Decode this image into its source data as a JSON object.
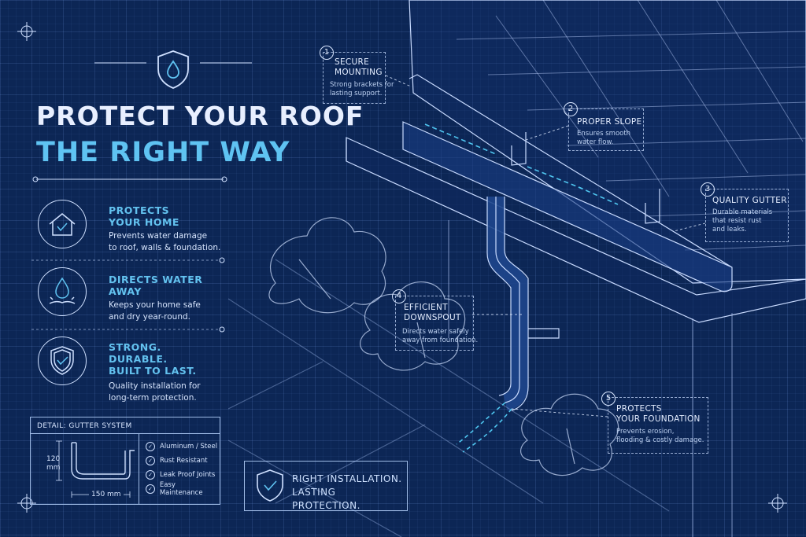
{
  "headline": {
    "line1": "PROTECT YOUR ROOF",
    "line2": "THE RIGHT WAY"
  },
  "features": [
    {
      "title_l1": "PROTECTS",
      "title_l2": "YOUR HOME",
      "title_l3": "",
      "desc_l1": "Prevents water damage",
      "desc_l2": "to roof, walls & foundation.",
      "icon": "house-check-icon"
    },
    {
      "title_l1": "DIRECTS WATER",
      "title_l2": "AWAY",
      "title_l3": "",
      "desc_l1": "Keeps your home safe",
      "desc_l2": "and dry year-round.",
      "icon": "water-drop-icon"
    },
    {
      "title_l1": "STRONG.",
      "title_l2": "DURABLE.",
      "title_l3": "BUILT TO LAST.",
      "desc_l1": "Quality installation for",
      "desc_l2": "long-term protection.",
      "icon": "shield-check-icon"
    }
  ],
  "detail": {
    "title": "DETAIL: GUTTER SYSTEM",
    "height_value": "120",
    "height_unit": "mm",
    "width_label": "150 mm",
    "checks": [
      "Aluminum / Steel",
      "Rust Resistant",
      "Leak Proof Joints",
      "Easy Maintenance"
    ]
  },
  "banner": {
    "line1": "RIGHT INSTALLATION.",
    "line2": "LASTING PROTECTION."
  },
  "callouts": [
    {
      "num": "1",
      "title_l1": "SECURE",
      "title_l2": "MOUNTING",
      "desc_l1": "Strong brackets for",
      "desc_l2": "lasting support."
    },
    {
      "num": "2",
      "title_l1": "PROPER SLOPE",
      "title_l2": "",
      "desc_l1": "Ensures smooth",
      "desc_l2": "water flow."
    },
    {
      "num": "3",
      "title_l1": "QUALITY GUTTER",
      "title_l2": "",
      "desc_l1": "Durable materials",
      "desc_l2": "that resist rust",
      "desc_l3": "and leaks."
    },
    {
      "num": "4",
      "title_l1": "EFFICIENT",
      "title_l2": "DOWNSPOUT",
      "desc_l1": "Directs water safely",
      "desc_l2": "away from foundation."
    },
    {
      "num": "5",
      "title_l1": "PROTECTS",
      "title_l2": "YOUR FOUNDATION",
      "desc_l1": "Prevents erosion,",
      "desc_l2": "flooding & costly damage."
    }
  ],
  "colors": {
    "background": "#0c2655",
    "line": "#cfe0ff",
    "accent": "#5fc3f2",
    "water": "#4fc6f0"
  }
}
